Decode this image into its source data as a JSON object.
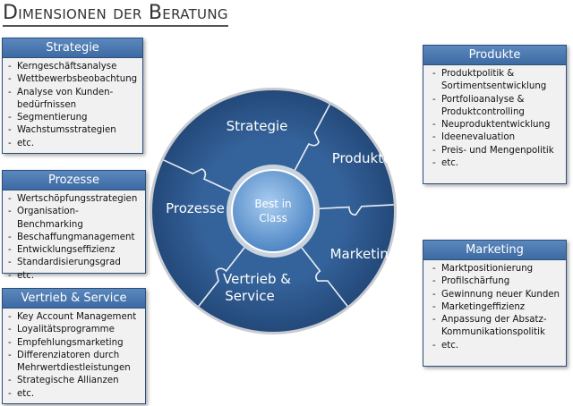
{
  "title": "Dimensionen der Beratung",
  "boxes": {
    "strategie": {
      "title": "Strategie",
      "items": [
        "Kerngeschäftsanalyse",
        "Wettbewerbsbeobachtung",
        "Analyse von Kunden-",
        "bedürfnissen",
        "Segmentierung",
        "Wachstumsstrategien",
        "etc."
      ]
    },
    "prozesse": {
      "title": "Prozesse",
      "items": [
        "Wertschöpfungsstrategien",
        "Organisation-Benchmarking",
        "Beschaffungmanagement",
        "Entwicklungseffizienz",
        "Standardisierungsgrad",
        "etc."
      ]
    },
    "vertrieb": {
      "title": "Vertrieb & Service",
      "items": [
        "Key Account Management",
        "Loyalitätsprogramme",
        "Empfehlungsmarketing",
        "Differenziatoren durch",
        "Mehrwertdiestleistungen",
        "Strategische Allianzen",
        "etc."
      ]
    },
    "produkte": {
      "title": "Produkte",
      "items": [
        "Produktpolitik &",
        "Sortimentsentwicklung",
        "Portfolioanalyse &",
        "Produktcontrolling",
        "Neuproduktentwicklung",
        "Ideenevaluation",
        "Preis- und Mengenpolitik",
        "etc."
      ]
    },
    "marketing": {
      "title": "Marketing",
      "items": [
        "Marktpositionierung",
        "Profilschärfung",
        "Gewinnung neuer Kunden",
        "Marketingeffizienz",
        "Anpassung der Absatz-",
        "Kommunikationspolitik",
        "etc."
      ]
    }
  },
  "wheel": {
    "strategie": "Strategie",
    "produkte": "Produkte",
    "marketing": "Marketing",
    "vertrieb1": "Vertrieb &",
    "vertrieb2": "Service",
    "prozesse": "Prozesse",
    "center1": "Best in",
    "center2": "Class"
  },
  "colors": {
    "wheel": "#2f5b8c",
    "header": "#4a78b0"
  }
}
